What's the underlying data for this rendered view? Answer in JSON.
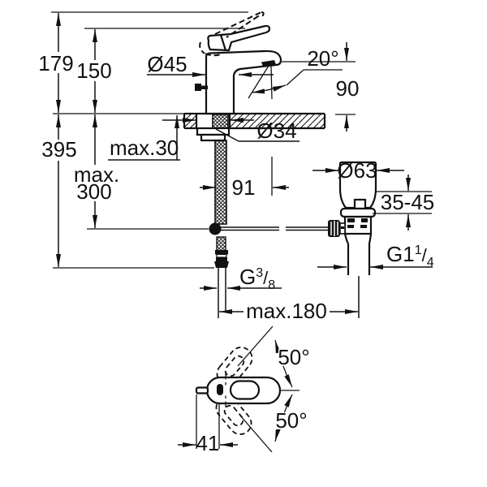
{
  "drawing": {
    "type": "technical-dimension-drawing",
    "subject": "single-lever basin mixer with pop-up waste, side view and top view",
    "background": "#ffffff",
    "line_color": "#111111",
    "labels": {
      "overall_height": "179",
      "height_to_lever": "150",
      "overall_depth": "395",
      "max_rod_depth_l1": "max.",
      "max_rod_depth_l2": "300",
      "max_deck_thickness": "max.30",
      "body_diameter": "Ø45",
      "mounting_hole_diameter": "Ø34",
      "spout_angle": "20°",
      "spout_outlet_height": "90",
      "rod_horizontal_offset": "91",
      "waste_flange_diameter": "Ø63",
      "mounting_depth_range": "35-45",
      "waste_thread_base": "G1",
      "waste_thread_sup": "1",
      "waste_thread_slash": "/",
      "waste_thread_sub": "4",
      "supply_thread_base": "G",
      "supply_thread_sup": "3",
      "supply_thread_slash": "/",
      "supply_thread_sub": "8",
      "max_installation_width": "max.180",
      "handle_swing_upper": "50°",
      "handle_swing_lower": "50°",
      "spout_reach_top_view": "41"
    }
  }
}
